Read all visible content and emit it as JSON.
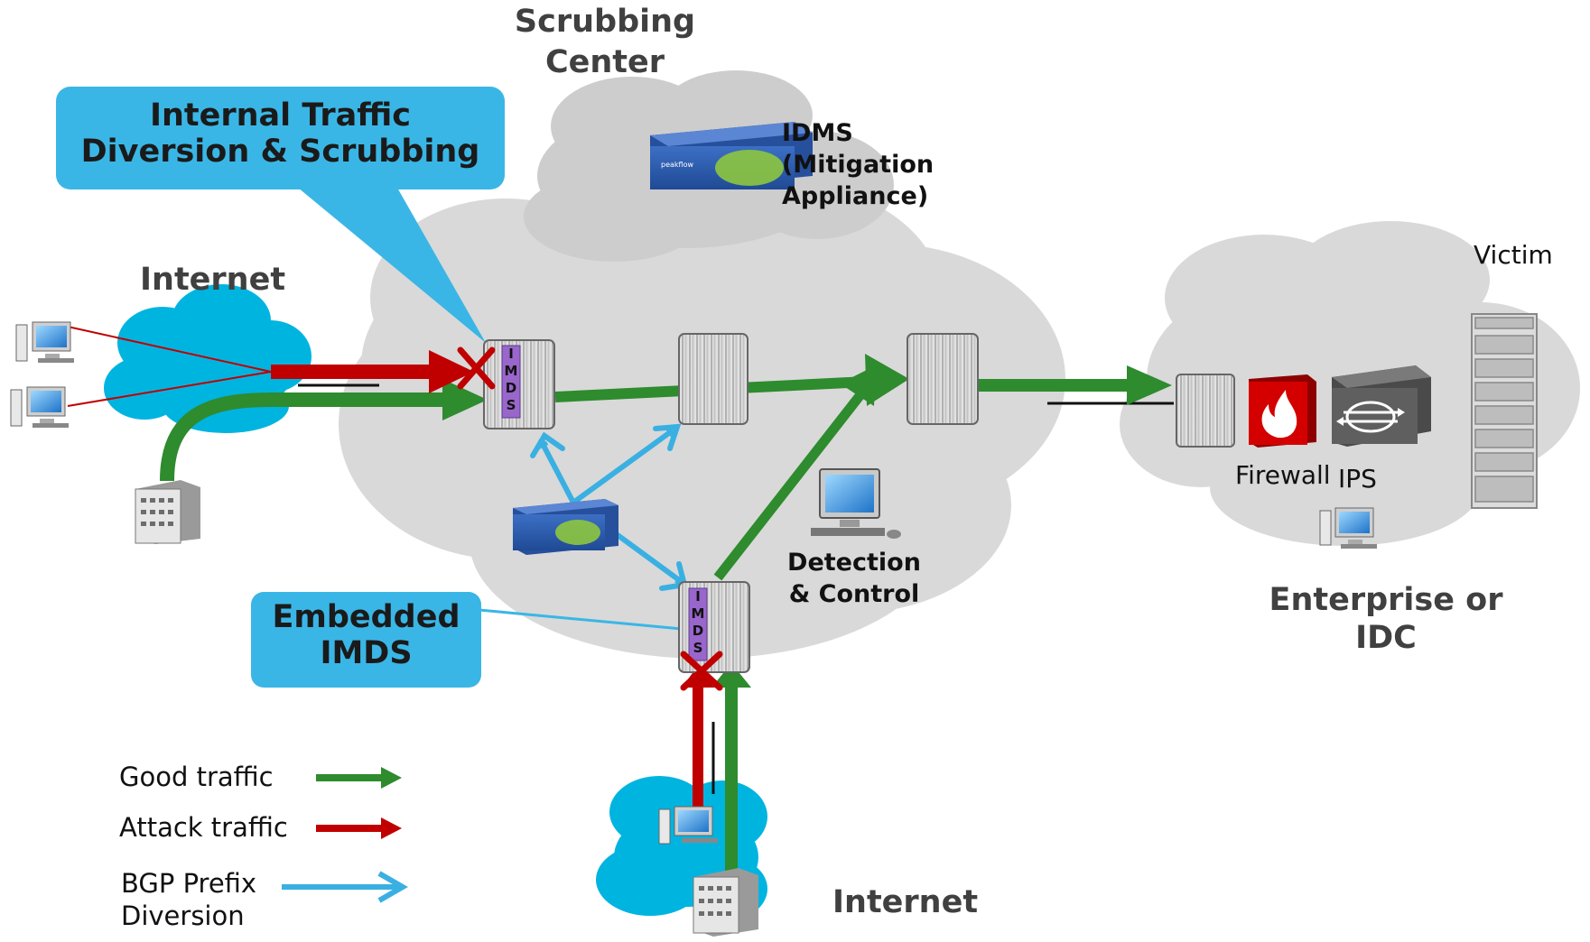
{
  "title": {
    "line1": "Scrubbing",
    "line2": "Center"
  },
  "callout_internal": {
    "line1": "Internal Traffic",
    "line2": "Diversion & Scrubbing"
  },
  "callout_embedded": {
    "line1": "Embedded",
    "line2": "IMDS"
  },
  "idms": {
    "line1": "IDMS",
    "line2": "(Mitigation",
    "line3": "Appliance)"
  },
  "internet_top": "Internet",
  "internet_bottom": "Internet",
  "detection": {
    "line1": "Detection",
    "line2": "& Control"
  },
  "victim": "Victim",
  "firewall": "Firewall",
  "ips": "IPS",
  "enterprise": {
    "line1": "Enterprise or",
    "line2": "IDC"
  },
  "imds_letters": [
    "I",
    "M",
    "D",
    "S"
  ],
  "legend": {
    "good": "Good traffic",
    "attack": "Attack traffic",
    "bgp_line1": "BGP Prefix",
    "bgp_line2": "Diversion"
  },
  "colors": {
    "good": "#2e8b2e",
    "attack": "#c00000",
    "bgp": "#3ab0e2",
    "cloud_gray": "#d9d9d9",
    "cloud_blue": "#00b4e0",
    "callout": "#3ab6e6",
    "imds_purple": "#9966cc"
  }
}
